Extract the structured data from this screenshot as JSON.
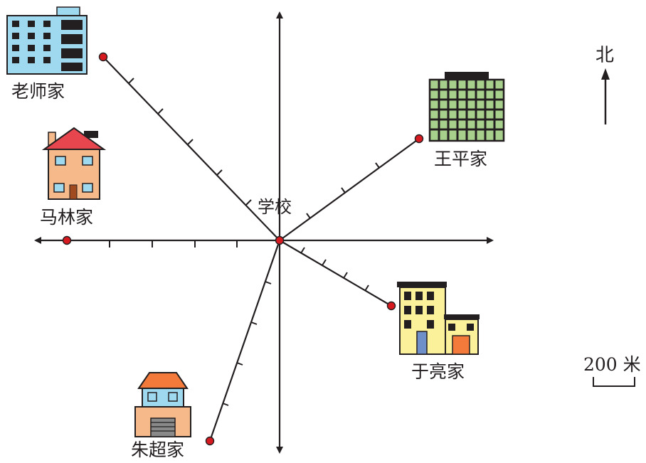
{
  "center_label": "学校",
  "north_label": "北",
  "scale_label": "200 米",
  "homes": {
    "teacher": "老师家",
    "wangping": "王平家",
    "malin": "马林家",
    "yuliang": "于亮家",
    "zhuchao": "朱超家"
  },
  "colors": {
    "line": "#231f20",
    "point": "#d71920",
    "roof_red": "#e8464f",
    "wall_peach": "#f6b98a",
    "window_blue": "#9fd9f0",
    "building_green": "#a8d08d",
    "building_yellow": "#fbf19a",
    "roof_orange": "#f37a3b"
  }
}
